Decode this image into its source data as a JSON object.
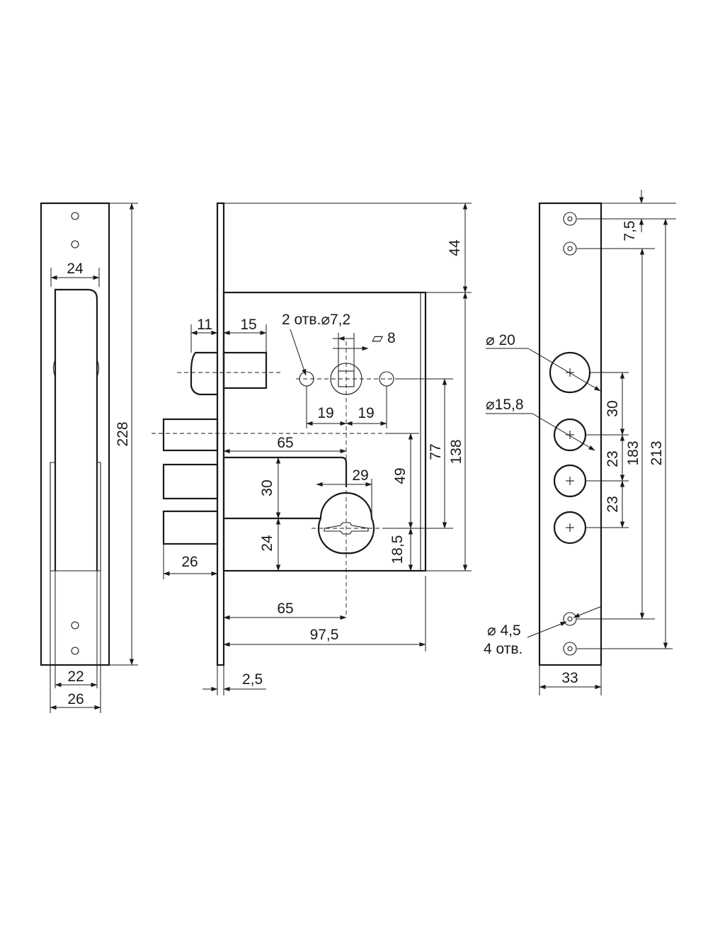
{
  "front_view": {
    "dim_plate_height": "228",
    "dim_cutout_width": "24",
    "dim_inner_width": "22",
    "dim_outer_width": "26"
  },
  "side_view": {
    "dim_bolt_11": "11",
    "dim_bolt_15": "15",
    "holes_note": "2 отв.⌀7,2",
    "square_note": "▱ 8",
    "dim_19_left": "19",
    "dim_19_right": "19",
    "dim_65_top": "65",
    "dim_29": "29",
    "dim_30": "30",
    "dim_24": "24",
    "dim_49": "49",
    "dim_18_5": "18,5",
    "dim_77": "77",
    "dim_138": "138",
    "dim_44": "44",
    "dim_26": "26",
    "dim_65_bottom": "65",
    "dim_97_5": "97,5",
    "dim_2_5": "2,5"
  },
  "strike_view": {
    "dim_7_5": "7,5",
    "dia_20": "⌀ 20",
    "dia_15_8": "⌀15,8",
    "dim_30": "30",
    "dim_23_upper": "23",
    "dim_23_lower": "23",
    "dim_183": "183",
    "dim_213": "213",
    "dia_4_5": "⌀ 4,5",
    "holes_count": "4 отв.",
    "dim_width": "33"
  }
}
